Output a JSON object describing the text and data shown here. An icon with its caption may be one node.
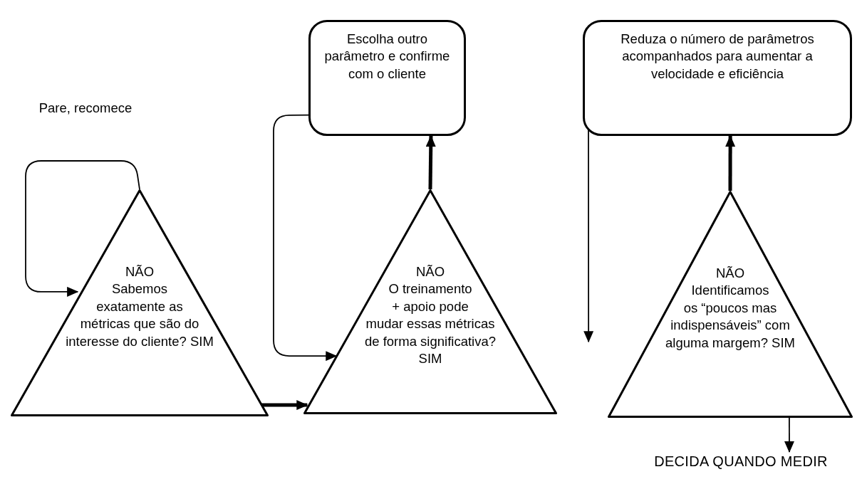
{
  "diagram": {
    "nodes": [
      {
        "text": [
          "NÃO",
          "Sabemos exatamente as métricas que são do interesse do cliente? SIM"
        ]
      },
      {
        "text": [
          "Escolha outro parâmetro e confirme com o cliente"
        ]
      },
      {
        "text": [
          "NÃO",
          "O treinamento + apoio pode mudar essas métricas de forma significativa? SIM"
        ]
      },
      {
        "text": [
          "Reduza o número de parâmetros acompanhados para aumentar a velocidade e eficiência"
        ]
      },
      {
        "text": [
          "NÃO",
          "Identificamos os “poucos mas indispensáveis” com alguma margem? SIM"
        ]
      },
      {
        "text": [
          "DECIDA QUANDO MEDIR"
        ]
      }
    ],
    "edges": [
      {
        "from": 0,
        "to": 0,
        "arrow": "to",
        "label": "Pare, recomece"
      },
      {
        "from": 0,
        "to": 2,
        "arrow": "to",
        "style": "thick"
      },
      {
        "from": 2,
        "to": 1,
        "arrow": "to",
        "style": "thick"
      },
      {
        "from": 1,
        "to": 2,
        "arrow": "to"
      },
      {
        "from": 4,
        "to": 3,
        "arrow": "to",
        "style": "thick"
      },
      {
        "from": 3,
        "to": 4,
        "arrow": "to"
      },
      {
        "from": 4,
        "to": 5,
        "arrow": "to"
      }
    ]
  }
}
